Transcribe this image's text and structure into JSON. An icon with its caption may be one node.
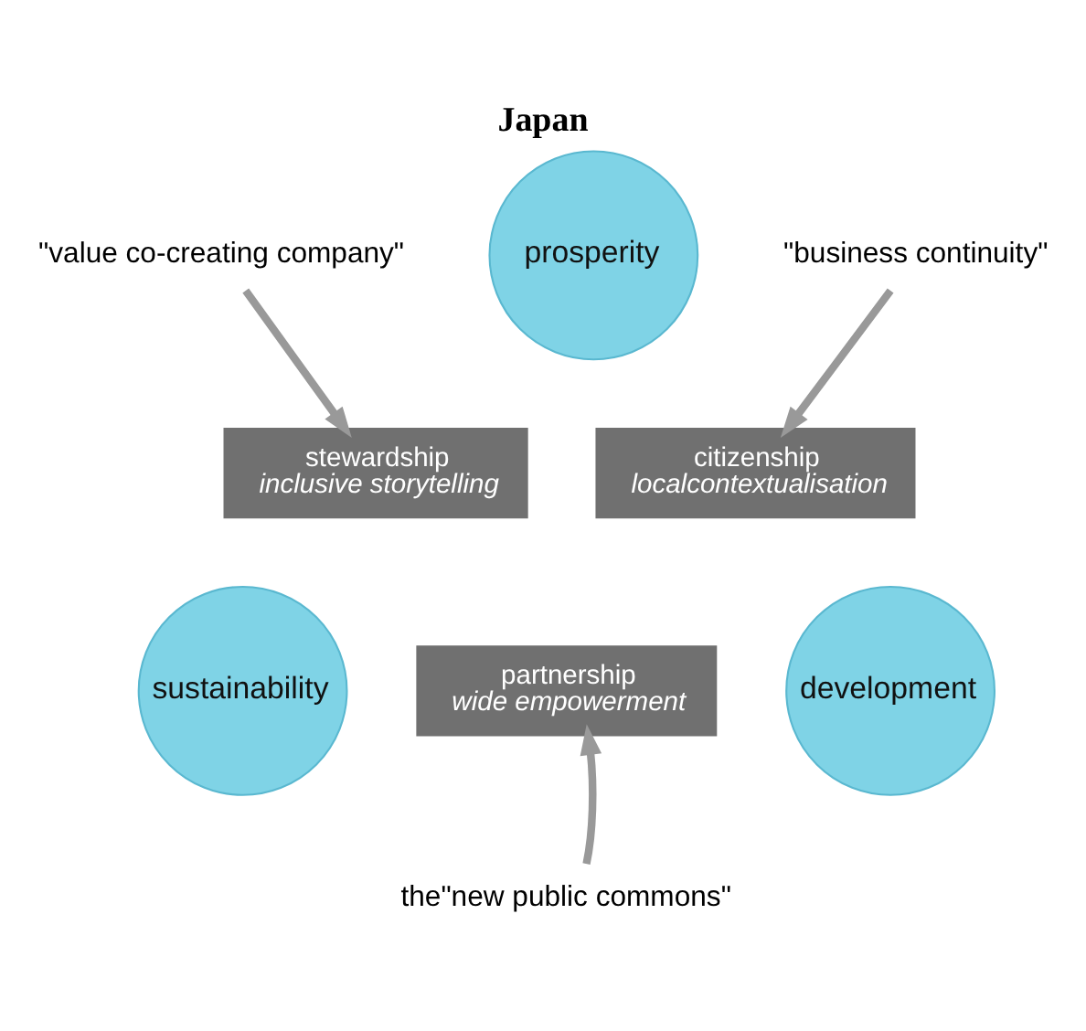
{
  "diagram": {
    "title": "Japan",
    "nodes": [
      {
        "text": [
          "prosperity"
        ]
      },
      {
        "text": [
          "sustainability"
        ]
      },
      {
        "text": [
          "development"
        ]
      },
      {
        "text": [
          "stewardship",
          "inclusive storytelling"
        ]
      },
      {
        "text": [
          "citizenship",
          "localcontextualisation"
        ]
      },
      {
        "text": [
          "partnership",
          "wide empowerment"
        ]
      },
      {
        "text": [
          "\"value co-creating company\""
        ]
      },
      {
        "text": [
          "\"business continuity\""
        ]
      },
      {
        "text": [
          "the\"new public commons\""
        ]
      }
    ],
    "edges": [
      {
        "from": 6,
        "to": 3,
        "arrow": "to"
      },
      {
        "from": 7,
        "to": 4,
        "arrow": "to"
      },
      {
        "from": 8,
        "to": 5,
        "arrow": "to"
      }
    ]
  }
}
